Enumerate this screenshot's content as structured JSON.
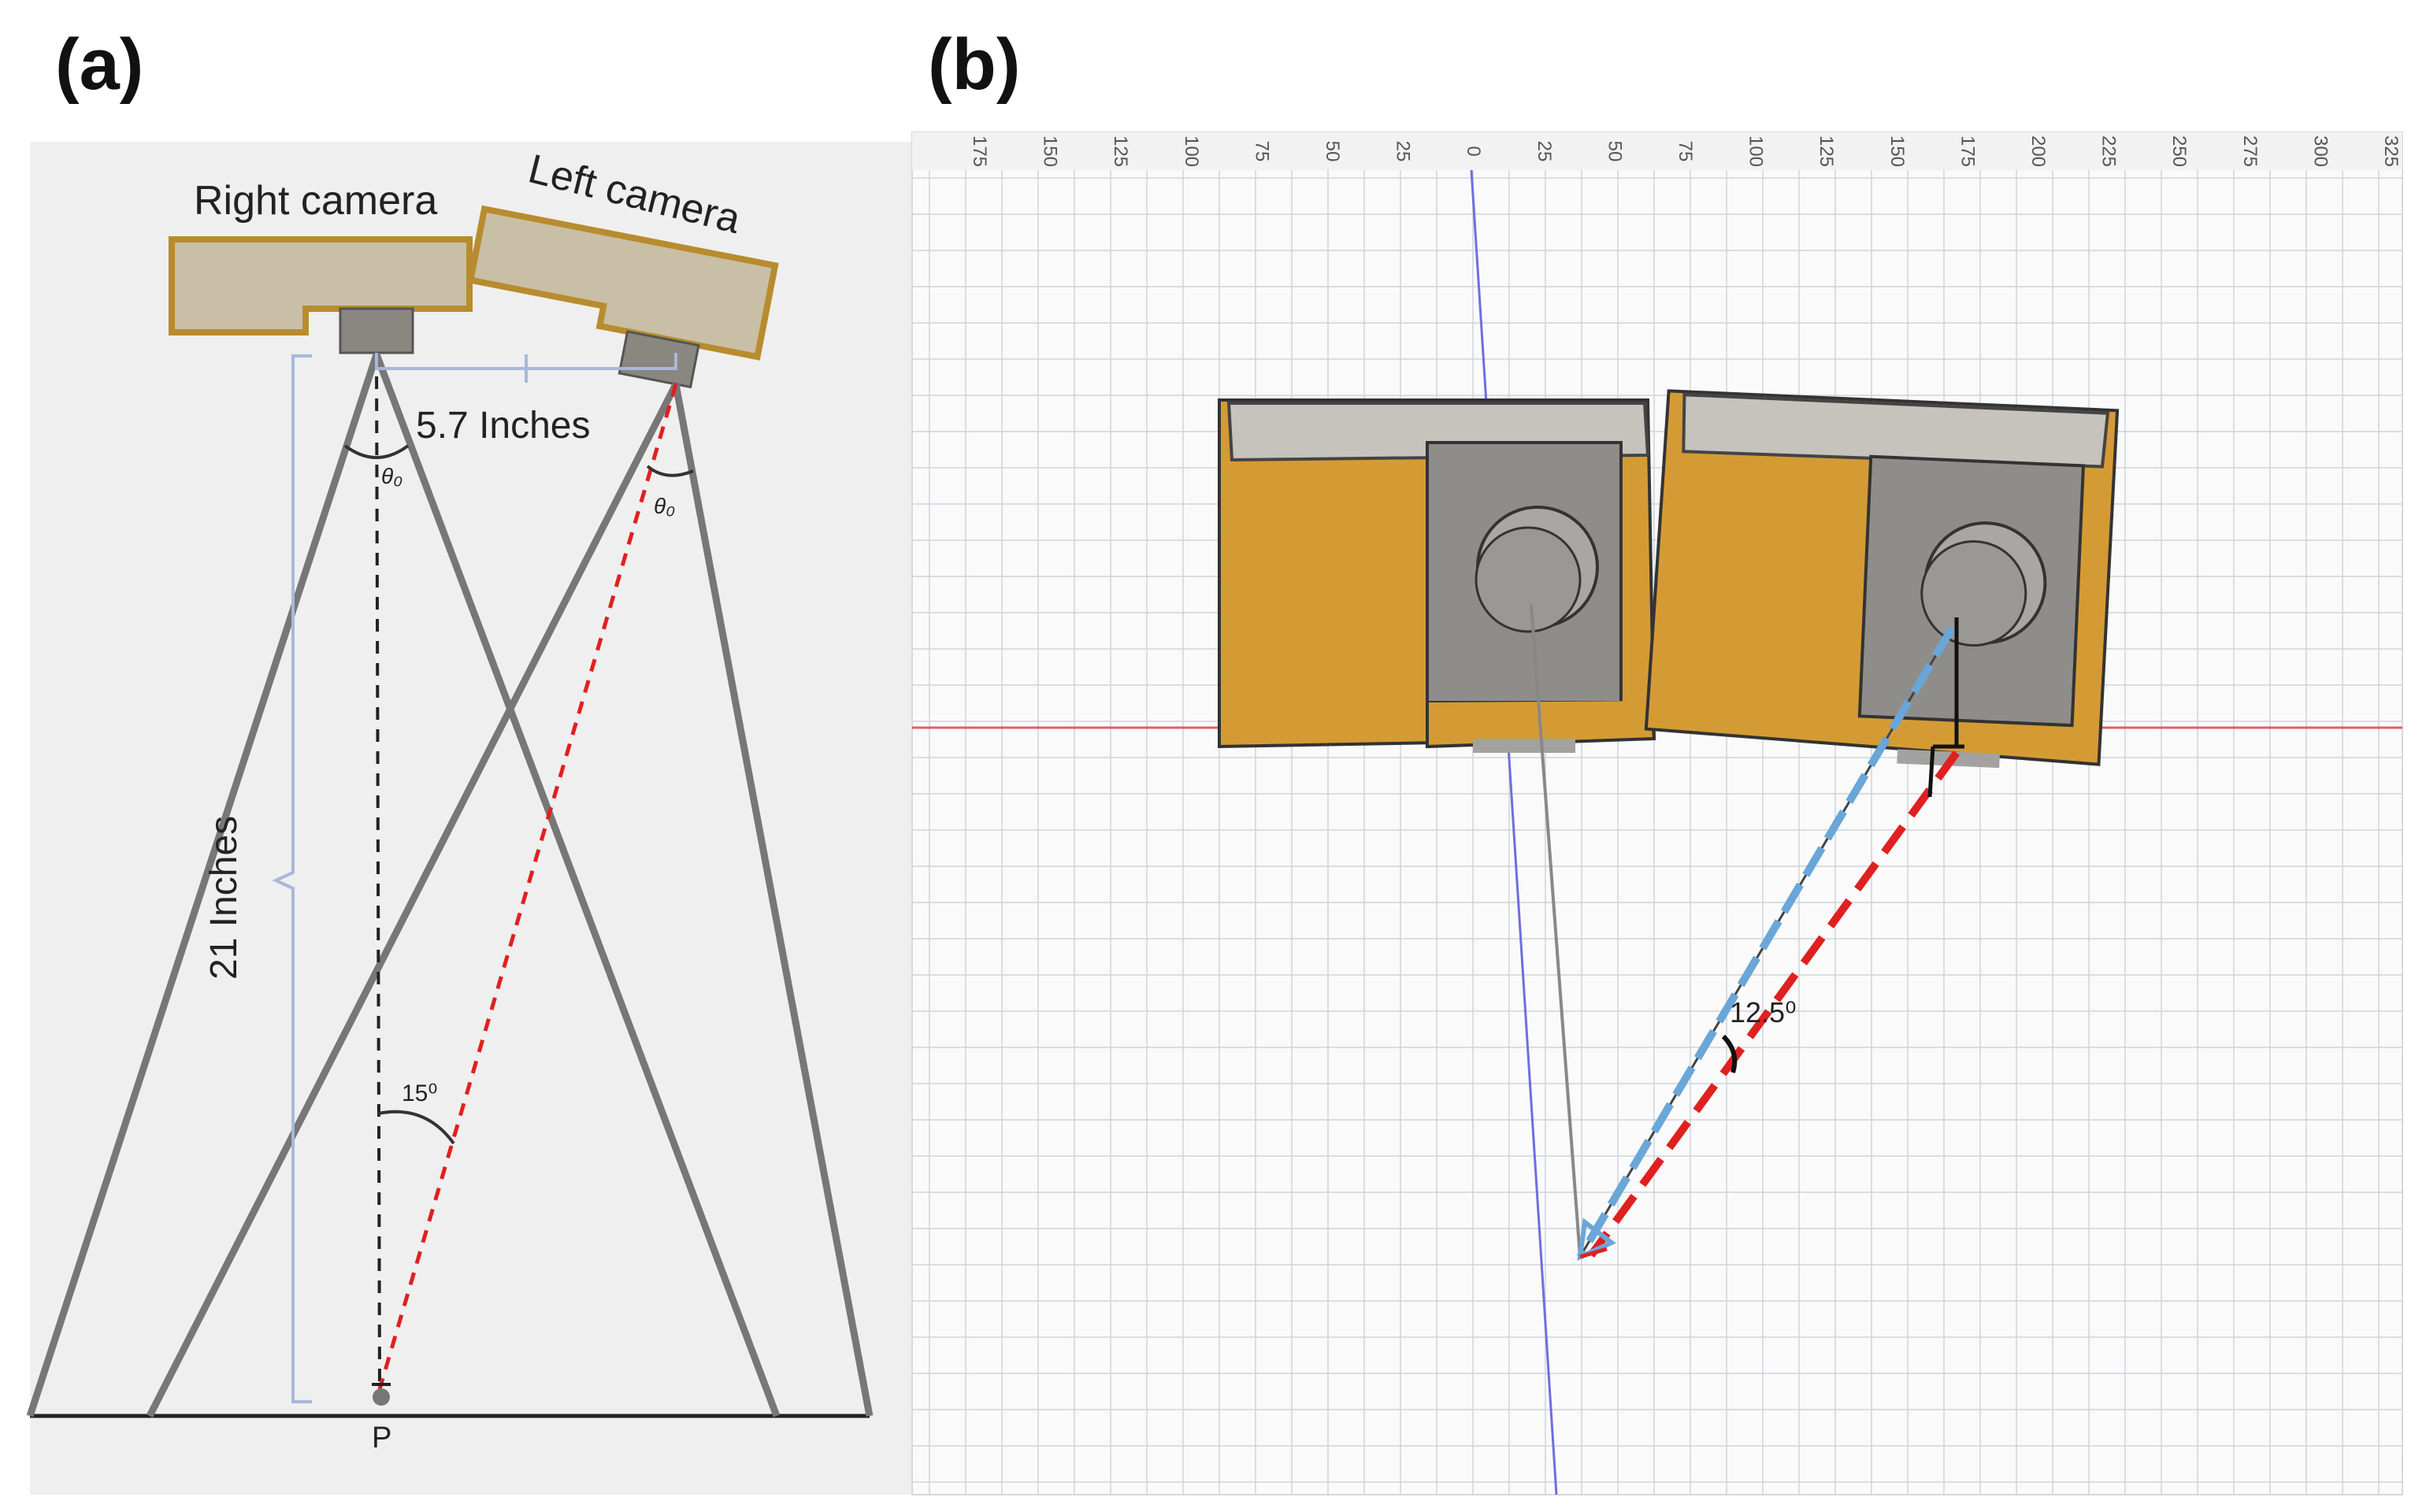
{
  "panel_a": {
    "label": "(a)",
    "right_camera": "Right camera",
    "left_camera": "Left camera",
    "spacing": "5.7 Inches",
    "height": "21 Inches",
    "fov_angle_right": "θ₀",
    "fov_angle_left": "θ₀",
    "tilt_angle": "15⁰",
    "point_label": "P"
  },
  "panel_b": {
    "label": "(b)",
    "ruler_ticks": [
      "175",
      "150",
      "125",
      "100",
      "75",
      "50",
      "25",
      "0",
      "25",
      "50",
      "75",
      "100",
      "125",
      "150",
      "175",
      "200",
      "225",
      "250",
      "275",
      "300",
      "325"
    ],
    "angle": "12.5⁰"
  },
  "colors": {
    "camera_body": "#c9bfa6",
    "camera_border": "#b88c2e",
    "box_orange": "#d49b35",
    "gray_panel": "#8f8d89",
    "red_dash": "#e02020",
    "blue_dash": "#6aa6d8",
    "grid": "#c8ccd4",
    "axis_x": "#e06060",
    "axis_y": "#6e6ee0"
  }
}
